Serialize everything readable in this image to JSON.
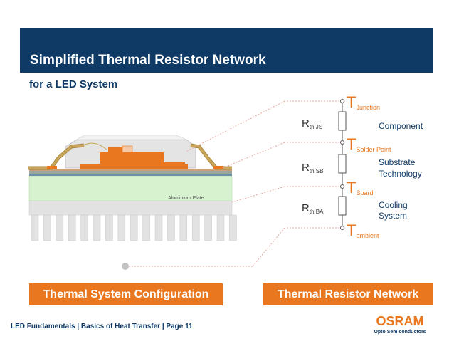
{
  "slide": {
    "title": "Simplified Thermal Resistor Network",
    "subtitle": "for a LED System"
  },
  "diagram": {
    "plate_label": "Aluminium Plate"
  },
  "network": {
    "t_junction": {
      "letter": "T",
      "sub": "Junction"
    },
    "t_solder": {
      "letter": "T",
      "sub": "Solder Point"
    },
    "t_board": {
      "letter": "T",
      "sub": "Board"
    },
    "t_ambient": {
      "letter": "T",
      "sub": "ambient"
    },
    "r_js": {
      "letter": "R",
      "sub": "th JS"
    },
    "r_sb": {
      "letter": "R",
      "sub": "th SB"
    },
    "r_ba": {
      "letter": "R",
      "sub": "th BA"
    },
    "desc_component": "Component",
    "desc_substrate_1": "Substrate",
    "desc_substrate_2": "Technology",
    "desc_cooling_1": "Cooling",
    "desc_cooling_2": "System"
  },
  "labels": {
    "left": "Thermal System Configuration",
    "right": "Thermal Resistor Network"
  },
  "footer": {
    "text": "LED Fundamentals  |  Basics of Heat Transfer  |  Page 11"
  },
  "logo": {
    "name": "OSRAM",
    "tagline": "Opto Semiconductors"
  },
  "colors": {
    "navy": "#0f3a66",
    "orange": "#e8771f",
    "plate_green": "#d6f2cf",
    "fin_gray": "#e2e2e2"
  }
}
